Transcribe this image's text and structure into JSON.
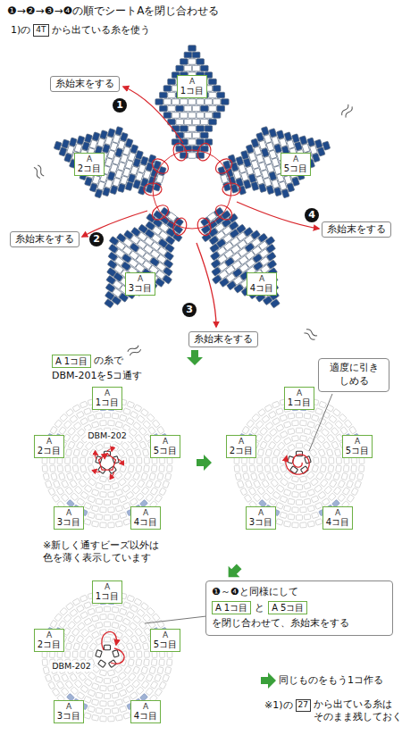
{
  "diagram": {
    "title": "❶→❷→❸→❹の順でシートAを閉じ合わせる",
    "nodes": [
      {
        "text": [
          "4T"
        ]
      },
      {
        "text": [
          "A",
          "1コ目"
        ]
      },
      {
        "text": [
          "糸始末をする"
        ]
      },
      {
        "text": [
          "1"
        ]
      },
      {
        "text": [
          "A",
          "2コ目"
        ]
      },
      {
        "text": [
          "A",
          "5コ目"
        ]
      },
      {
        "text": [
          "4"
        ]
      },
      {
        "text": [
          "糸始末をする"
        ]
      },
      {
        "text": [
          "糸始末をする"
        ]
      },
      {
        "text": [
          "2"
        ]
      },
      {
        "text": [
          "A",
          "3コ目"
        ]
      },
      {
        "text": [
          "A",
          "4コ目"
        ]
      },
      {
        "text": [
          "3"
        ]
      },
      {
        "text": [
          "糸始末をする"
        ]
      },
      {
        "text": [
          "A",
          "1コ目"
        ]
      },
      {
        "text": [
          "A",
          "1コ目"
        ]
      },
      {
        "text": [
          "A",
          "2コ目"
        ]
      },
      {
        "text": [
          "A",
          "5コ目"
        ]
      },
      {
        "text": [
          "A",
          "3コ目"
        ]
      },
      {
        "text": [
          "A",
          "4コ目"
        ]
      },
      {
        "text": [
          "A",
          "1コ目"
        ]
      },
      {
        "text": [
          "A",
          "2コ目"
        ]
      },
      {
        "text": [
          "A",
          "5コ目"
        ]
      },
      {
        "text": [
          "A",
          "3コ目"
        ]
      },
      {
        "text": [
          "A",
          "4コ目"
        ]
      },
      {
        "text": [
          "適度に引き しめる"
        ]
      },
      {
        "text": [
          "A",
          "1コ目"
        ]
      },
      {
        "text": [
          "A",
          "2コ目"
        ]
      },
      {
        "text": [
          "A",
          "5コ目"
        ]
      },
      {
        "text": [
          "A",
          "3コ目"
        ]
      },
      {
        "text": [
          "A",
          "4コ目"
        ]
      },
      {
        "text": [
          "❶～❹と同様にして",
          "と",
          "を閉じ合わせて、糸始末をする"
        ]
      },
      {
        "text": [
          "A",
          "1コ目"
        ],
        "in": 31
      },
      {
        "text": [
          "A",
          "5コ目"
        ],
        "in": 31
      },
      {
        "text": [
          "27"
        ]
      }
    ],
    "labels": [
      "1)の",
      "から出ている糸を使う",
      "の糸で",
      "DBM-201を5コ通す",
      "DBM-202",
      "※新しく通すビーズ以外は 色を薄く表示しています",
      "DBM-202",
      "同じものをもう1コ作る",
      "※1)の",
      "から出ている糸は そのまま残しておく"
    ]
  }
}
